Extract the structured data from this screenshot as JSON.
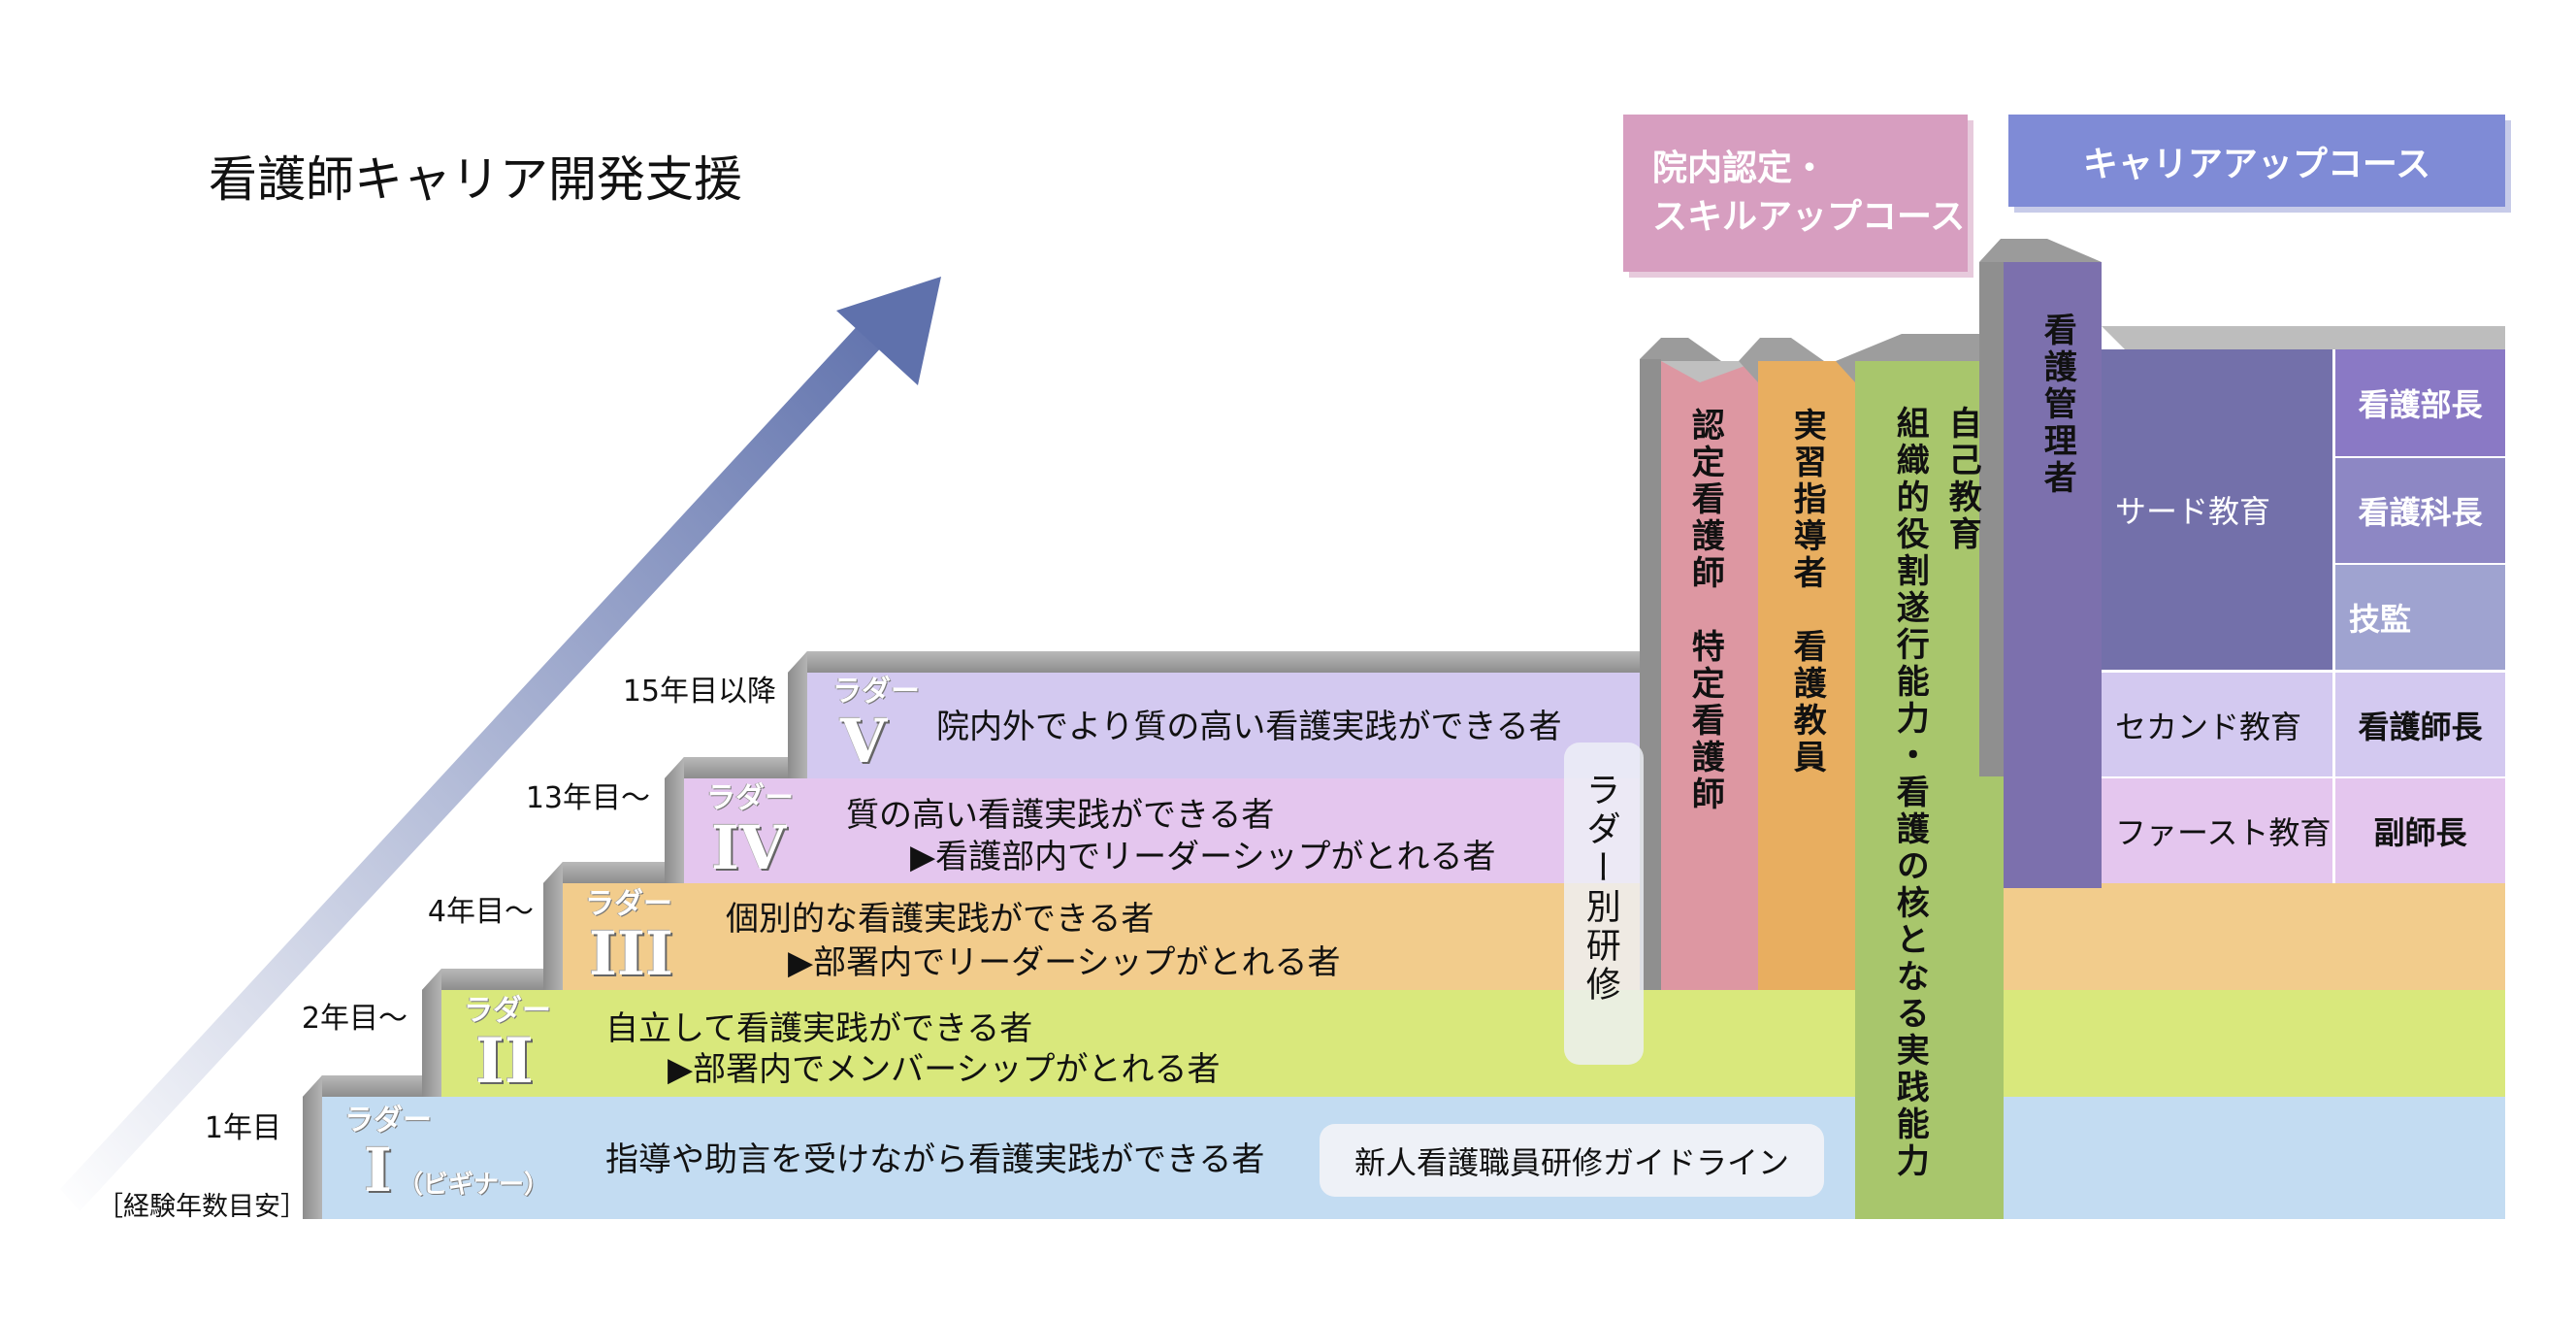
{
  "title": "看護師キャリア開発支援",
  "experience_label": "［経験年数目安］",
  "years": [
    "1年目",
    "2年目～",
    "4年目～",
    "13年目～",
    "15年目以降"
  ],
  "ladder_word": "ラダー",
  "beginner_note": "（ビギナー）",
  "ladders": [
    {
      "numeral": "I",
      "line1": "指導や助言を受けながら看護実践ができる者",
      "line2": ""
    },
    {
      "numeral": "II",
      "line1": "自立して看護実践ができる者",
      "line2": "▶部署内でメンバーシップがとれる者"
    },
    {
      "numeral": "III",
      "line1": "個別的な看護実践ができる者",
      "line2": "▶部署内でリーダーシップがとれる者"
    },
    {
      "numeral": "IV",
      "line1": "質の高い看護実践ができる者",
      "line2": "▶看護部内でリーダーシップがとれる者"
    },
    {
      "numeral": "V",
      "line1": "院内外でより質の高い看護実践ができる者",
      "line2": ""
    }
  ],
  "ladder_training": "ラダー別研修",
  "new_staff_guideline": "新人看護職員研修ガイドライン",
  "in_hospital_course": "院内認定・\nスキルアップコース",
  "career_up_course": "キャリアアップコース",
  "columns": {
    "certified": "認定看護師　特定看護師",
    "practicum": "実習指導者　看護教員",
    "self_education": "自己教育",
    "org_role": "組織的役割遂行能力・看護の核となる実践能力",
    "management": "看護管理者"
  },
  "management_grid": {
    "third": "サード教育",
    "second": "セカンド教育",
    "first": "ファースト教育",
    "roles": [
      "看護部長",
      "看護科長",
      "技監",
      "看護師長",
      "副師長"
    ]
  },
  "colors": {
    "ladder1": "#c3dcf2",
    "ladder2": "#d9e87c",
    "ladder3": "#f2cc8c",
    "ladder4": "#e4c6ee",
    "ladder5": "#d3c9f0",
    "certified": "#dd97a2",
    "practicum": "#e8ae60",
    "org": "#a8c66c",
    "management": "#7c70ad",
    "third": "#7370aa",
    "bucho": "#8a79c5",
    "kacho": "#8d87c4",
    "gikan": "#9fa3d0",
    "in_hospital_course": "#d79ec0",
    "career_up": "#7f8bd6"
  }
}
